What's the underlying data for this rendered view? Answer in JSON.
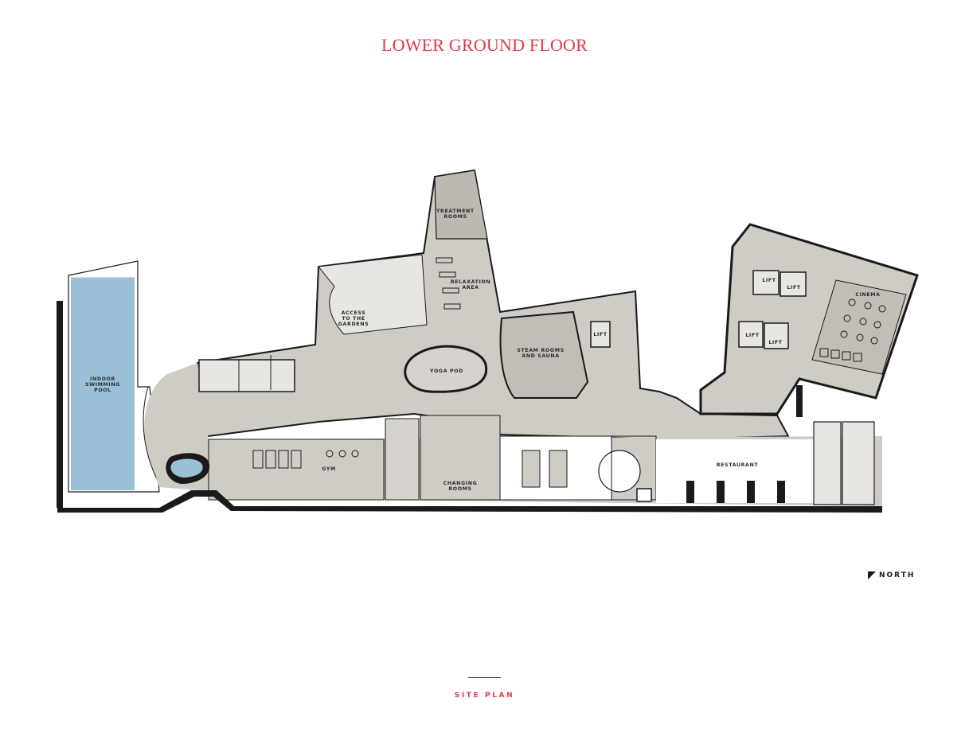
{
  "title": "LOWER GROUND FLOOR",
  "rooms": {
    "pool": [
      "INDOOR",
      "SWIMMING",
      "POOL"
    ],
    "treatment": [
      "TREATMENT",
      "ROOMS"
    ],
    "relaxation": [
      "RELAXATION",
      "AREA"
    ],
    "gardens": [
      "ACCESS",
      "TO THE",
      "GARDENS"
    ],
    "yoga": "YOGA POD",
    "steam": [
      "STEAM ROOMS",
      "AND SAUNA"
    ],
    "lift_center": "LIFT",
    "lift_a": "LIFT",
    "lift_b": "LIFT",
    "lift_c": "LIFT",
    "lift_d": "LIFT",
    "cinema": "CINEMA",
    "gym": "GYM",
    "changing": [
      "CHANGING",
      "ROOMS"
    ],
    "restaurant": "RESTAURANT"
  },
  "north_label": "NORTH",
  "footer": "SITE PLAN",
  "colors": {
    "accent": "#e03a48",
    "floor": "#cfccc6",
    "pool": "#9ac1d8",
    "wall": "#1a1a1a"
  }
}
